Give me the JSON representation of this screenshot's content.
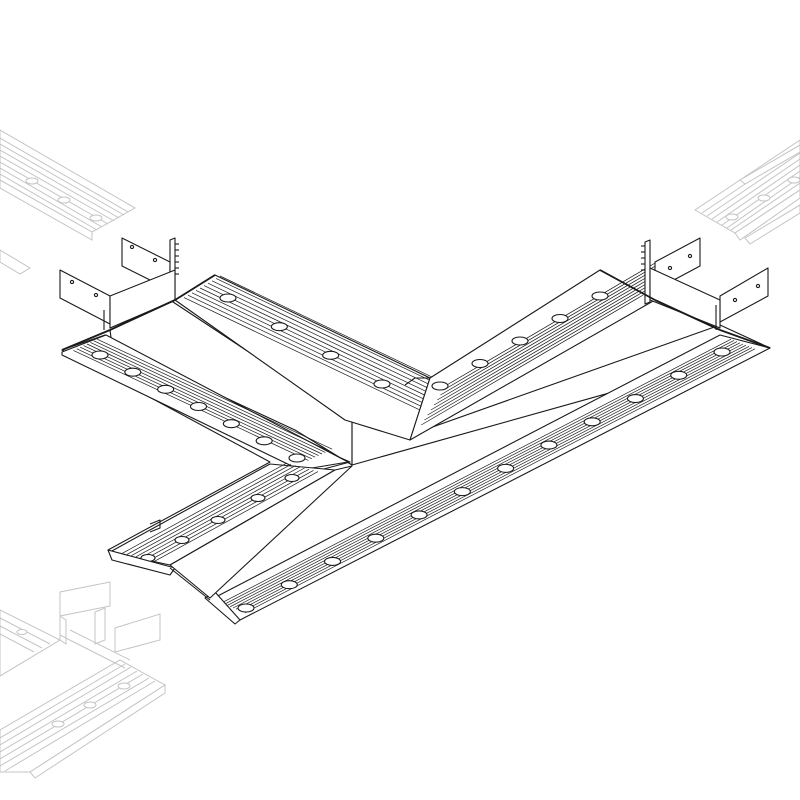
{
  "drawing": {
    "ink_color": "#1a1a1a",
    "ghost_color": "#c4c4c4",
    "background": "#ffffff",
    "main_part": "T-connector",
    "ghost_parts": [
      "top-left-profile",
      "top-right-profile",
      "bottom-left-profile"
    ],
    "holes_per_arm": {
      "upper-left": 4,
      "upper-right": 5,
      "left-base": 7,
      "right-base": 12
    }
  }
}
